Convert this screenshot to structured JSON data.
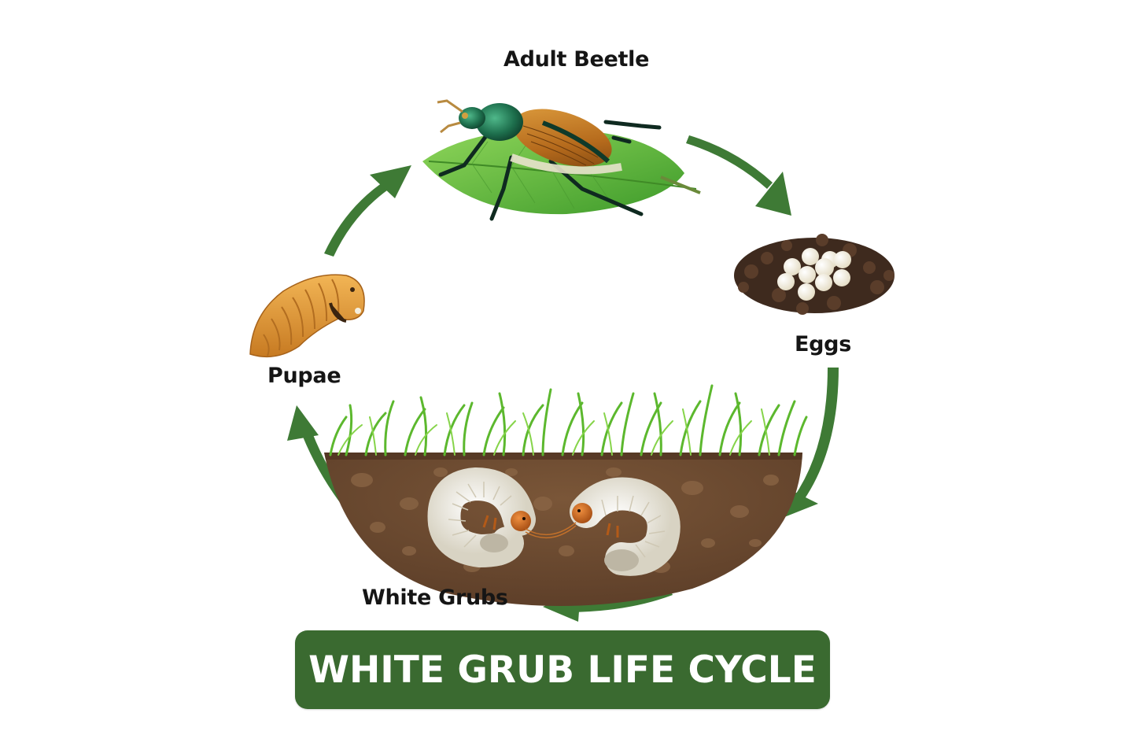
{
  "diagram": {
    "title": "WHITE GRUB LIFE CYCLE",
    "type": "cycle",
    "stages": [
      {
        "id": "adult",
        "label": "Adult Beetle",
        "icon": "beetle-on-leaf"
      },
      {
        "id": "eggs",
        "label": "Eggs",
        "icon": "eggs-in-soil"
      },
      {
        "id": "grubs",
        "label": "White Grubs",
        "icon": "grubs-in-soil-cross-section"
      },
      {
        "id": "pupae",
        "label": "Pupae",
        "icon": "pupa"
      }
    ],
    "flow": [
      {
        "from": "Adult Beetle",
        "to": "Eggs"
      },
      {
        "from": "Eggs",
        "to": "White Grubs"
      },
      {
        "from": "White Grubs",
        "to": "Pupae"
      },
      {
        "from": "Pupae",
        "to": "Adult Beetle"
      }
    ],
    "colors": {
      "arrow": "#3e7a35",
      "banner": "#3a6a30",
      "banner_text": "#ffffff",
      "label_text": "#151515",
      "soil": "#6b4a32",
      "grass": "#5cb82e",
      "grub": "#efece2",
      "grub_head": "#c8641c",
      "pupa": "#e39a3a",
      "beetle_green": "#1f6b4e",
      "beetle_elytra": "#c07a22",
      "leaf": "#5fb83a",
      "egg": "#f5f0e0"
    }
  }
}
